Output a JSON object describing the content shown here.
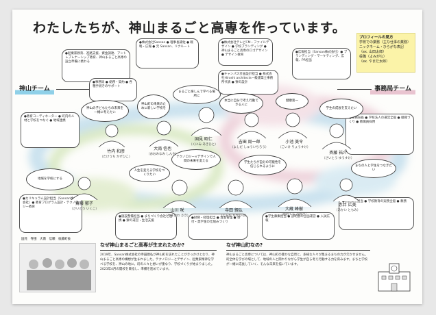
{
  "title": "わたしたちが、神山まるごと高専を作っています。",
  "profile_note": {
    "title": "プロフィールの見方",
    "lines": [
      "学校での業務（主な仕事の業務）",
      "ニックネーム・ひらがな表記",
      "（ex. 山田太郎）",
      "役職（よみがな）",
      "（ex. やまだ太郎）"
    ]
  },
  "teams": {
    "left": "神山チーム",
    "right": "事務局チーム"
  },
  "boxes": [
    "●起業家教育、進路支援、資金調達、アントレプレナーシップ教育、神山まるごと高専の設立準備に携わる",
    "●株式会社Sansan ● 理事長補佐 ● 戦略・広報 ● 元 Sansan、リクルート",
    "●株式会社テレビCM・ファイルデザイン ● 学校ブランディング ● 神山まるごと高専のロゴデザイン ● デザイン教育",
    "●キャンパス計画設計担当 ● 株式会社Hiroshi architects一級建築士事務所代表 ● 寮の設計",
    "●広報担当（Sansan株式会社）● ブランディング・マーケティング、広報、PR担当",
    "●教育コーディネーター ● 町内の人材と学校をつなぐ ● 地域連携",
    "●カリキュラム設計担当（Sansan株式会社）● 教育プログラム設計・テクノロジー教育",
    "●事務局長 ● 学校法人の運営全般 ● 組織づくり ● 教職員採用",
    "●教員採用担当 ● 学校教育の実務全般 ● 教務",
    "●施設整備担当 ● まちづくり会社と連携 ● 寮の運営・生活支援",
    "●財務・経理担当 ● 資金管理 ● 寄付・奨学金の仕組みづくり",
    "●学生募集担当 ● 説明会の企画運営 ● 入試広報",
    "●事務局 ● 総務・契約 ● 各種手続きのサポート"
  ],
  "people": [
    {
      "name": "竹内 和彦",
      "kana": "（たけうち かずひこ）",
      "quote": "神山の子どもたちの未来を一緒に考えたい"
    },
    {
      "name": "大南 信也",
      "kana": "（おおみなみ しんや）",
      "quote": "神山町の未来のために新しい学校を"
    },
    {
      "name": "国見 昭仁",
      "kana": "（くにみ あきひと）",
      "quote": "まるごと楽しんで学べる場所に"
    },
    {
      "name": "吉田 周一郎",
      "kana": "（よしだ しゅういちろう）",
      "quote": "本当に自分で考え行動できる人に"
    },
    {
      "name": "小池 美令",
      "kana": "（こいけ りょうすけ）",
      "quote": "健康第一"
    },
    {
      "name": "齋藤 郁子",
      "kana": "（さいとう いくこ）",
      "quote": "地域を学校にする"
    },
    {
      "name": "山川 咲",
      "kana": "（やまかわ さき）",
      "quote": "人生を変える学校をつくりたい"
    },
    {
      "name": "寺田 親弘",
      "kana": "（てらだ ちかひろ）",
      "quote": "テクノロジー×デザインで人間の未来を変える"
    },
    {
      "name": "大蔵 峰樹",
      "kana": "（おおくら みねき）",
      "quote": "学生たちが自分の可能性を信じられるように"
    },
    {
      "name": "斉藤 祐介",
      "kana": "（さいとう ゆうすけ）",
      "quote": "学生の成長を支えたい"
    },
    {
      "name": "赤井 広美",
      "kana": "（あかい ともみ）",
      "quote": "まちの人と学生をつなぎたい"
    }
  ],
  "bottom_left": {
    "title": "なぜ神山まるごと高専が生まれたのか?",
    "photo_caption": "国見　寺田　大南　信頼　後藤町長",
    "text": "2019年、Sansan株式会社の寺田親弘が神山町を訪れたことがきっかけとなり、神山まるごと高専の構想が生まれました。テクノロジーとデザイン、起業家精神を学べる学校を、神山の地に。町の人々と想いが重なり、学校づくりが始まりました。2023年4月の開校を目指し、準備を進めています。"
  },
  "bottom_right": {
    "title": "なぜ神山町なの?",
    "text": "神山まるごと高専については、神山町の豊かな自然と、多様な人々が集まるまちの力が欠かせません。町全体を学びの場として、地域の人と関わりながら学生が自ら考え行動する力を育みます。まちと学校が一緒に成長していく、そんな未来を描いています。"
  },
  "colors": {
    "wash_blue": "#b9d9ea",
    "wash_pink": "#e9c4d0",
    "wash_green": "#cfe3b3",
    "note_yellow": "#fbf3a8",
    "team_underline": "#8fd0e8"
  }
}
